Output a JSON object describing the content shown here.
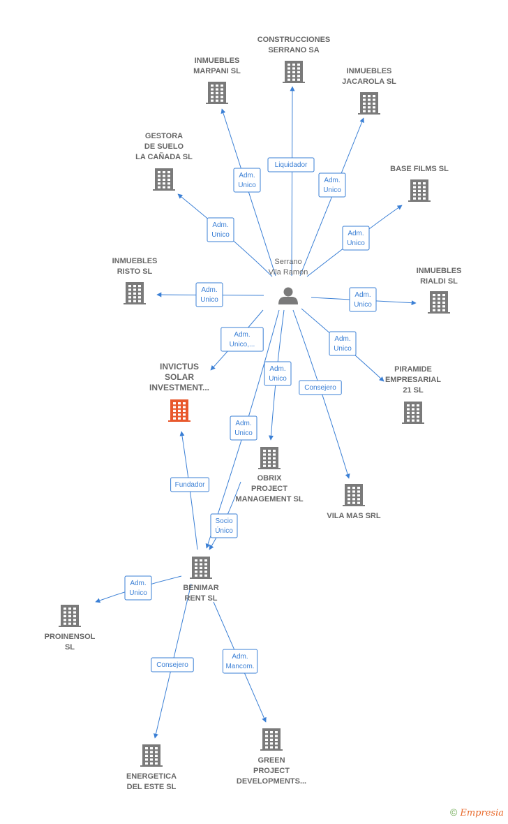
{
  "colors": {
    "edge": "#3a7fd5",
    "building": "#7a7a7a",
    "focus": "#e8582c",
    "person": "#7a7a7a"
  },
  "nodes": [
    {
      "id": "person",
      "type": "person",
      "lines": [
        "Serrano",
        "Vila Ramon"
      ]
    },
    {
      "id": "construcciones",
      "type": "company",
      "lines": [
        "CONSTRUCCIONES",
        "SERRANO SA"
      ]
    },
    {
      "id": "marpani",
      "type": "company",
      "lines": [
        "INMUEBLES",
        "MARPANI SL"
      ]
    },
    {
      "id": "jacarola",
      "type": "company",
      "lines": [
        "INMUEBLES",
        "JACAROLA SL"
      ]
    },
    {
      "id": "gestora",
      "type": "company",
      "lines": [
        "GESTORA",
        "DE SUELO",
        "LA CAÑADA SL"
      ]
    },
    {
      "id": "basefilms",
      "type": "company",
      "lines": [
        "BASE FILMS SL"
      ]
    },
    {
      "id": "risto",
      "type": "company",
      "lines": [
        "INMUEBLES",
        "RISTO SL"
      ]
    },
    {
      "id": "rialdi",
      "type": "company",
      "lines": [
        "INMUEBLES",
        "RIALDI  SL"
      ]
    },
    {
      "id": "invictus",
      "type": "focus",
      "lines": [
        "INVICTUS",
        "SOLAR",
        "INVESTMENT..."
      ]
    },
    {
      "id": "piramide",
      "type": "company",
      "lines": [
        "PIRAMIDE",
        "EMPRESARIAL",
        "21 SL"
      ]
    },
    {
      "id": "obrix",
      "type": "company",
      "lines": [
        "OBRIX",
        "PROJECT",
        "MANAGEMENT SL"
      ]
    },
    {
      "id": "vilamas",
      "type": "company",
      "lines": [
        "VILA MAS SRL"
      ]
    },
    {
      "id": "benimar",
      "type": "company",
      "lines": [
        "BENIMAR",
        "RENT  SL"
      ]
    },
    {
      "id": "proinensol",
      "type": "company",
      "lines": [
        "PROINENSOL",
        "SL"
      ]
    },
    {
      "id": "energetica",
      "type": "company",
      "lines": [
        "ENERGETICA",
        "DEL ESTE  SL"
      ]
    },
    {
      "id": "green",
      "type": "company",
      "lines": [
        "GREEN",
        "PROJECT",
        "DEVELOPMENTS..."
      ]
    }
  ],
  "edges": [
    {
      "from": "person",
      "to": "construcciones",
      "label": [
        "Liquidador"
      ]
    },
    {
      "from": "person",
      "to": "marpani",
      "label": [
        "Adm.",
        "Unico"
      ]
    },
    {
      "from": "person",
      "to": "jacarola",
      "label": [
        "Adm.",
        "Unico"
      ]
    },
    {
      "from": "person",
      "to": "gestora",
      "label": [
        "Adm.",
        "Unico"
      ]
    },
    {
      "from": "person",
      "to": "basefilms",
      "label": [
        "Adm.",
        "Unico"
      ]
    },
    {
      "from": "person",
      "to": "risto",
      "label": [
        "Adm.",
        "Unico"
      ]
    },
    {
      "from": "person",
      "to": "rialdi",
      "label": [
        "Adm.",
        "Unico"
      ]
    },
    {
      "from": "person",
      "to": "invictus",
      "label": [
        "Adm.",
        "Unico,..."
      ]
    },
    {
      "from": "person",
      "to": "piramide",
      "label": [
        "Adm.",
        "Unico"
      ]
    },
    {
      "from": "person",
      "to": "obrix",
      "label": [
        "Adm.",
        "Unico"
      ]
    },
    {
      "from": "person",
      "to": "vilamas",
      "label": [
        "Consejero"
      ]
    },
    {
      "from": "person",
      "to": "benimar",
      "label": [
        "Adm.",
        "Unico"
      ]
    },
    {
      "from": "obrix",
      "to": "benimar",
      "label": [
        "Socio",
        "Único"
      ]
    },
    {
      "from": "benimar",
      "to": "invictus",
      "label": [
        "Fundador"
      ]
    },
    {
      "from": "benimar",
      "to": "proinensol",
      "label": [
        "Adm.",
        "Unico"
      ]
    },
    {
      "from": "benimar",
      "to": "energetica",
      "label": [
        "Consejero"
      ]
    },
    {
      "from": "benimar",
      "to": "green",
      "label": [
        "Adm.",
        "Mancom."
      ]
    }
  ],
  "footer": {
    "copyright": "©",
    "brand": "Empresia"
  }
}
